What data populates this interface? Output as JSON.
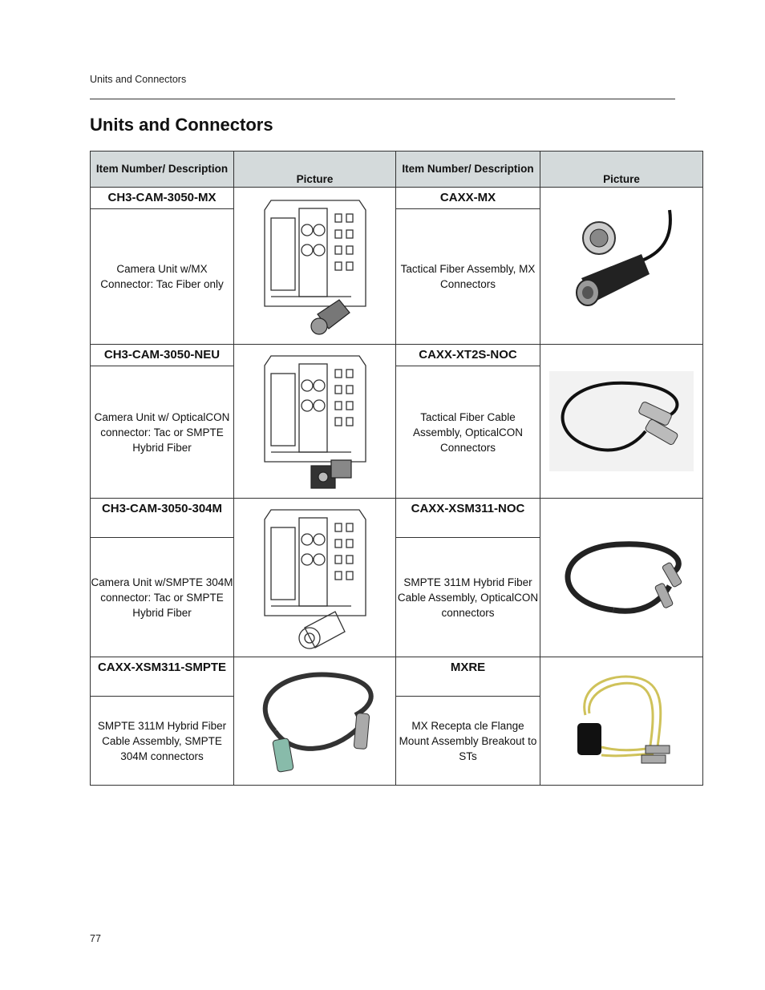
{
  "header": {
    "running_title": "Units and Connectors"
  },
  "page": {
    "title": "Units and Connectors",
    "number": "77"
  },
  "table": {
    "headers": [
      "Item Number/ Description",
      "Picture",
      "Item Number/ Description",
      "Picture"
    ],
    "rows": [
      {
        "left_item": "CH3-CAM-3050-MX",
        "left_desc": "Camera Unit w/MX Connector: Tac Fiber only",
        "left_picture": "camera-unit-mx-image",
        "right_item": "CAXX-MX",
        "right_desc": "Tactical Fiber Assembly, MX Connectors",
        "right_picture": "mx-connector-image"
      },
      {
        "left_item": "CH3-CAM-3050-NEU",
        "left_desc": "Camera Unit w/ OpticalCON connector: Tac or SMPTE  Hybrid Fiber",
        "left_picture": "camera-unit-opticalcon-image",
        "right_item": "CAXX-XT2S-NOC",
        "right_desc": "Tactical Fiber Cable Assembly, OpticalCON Connectors",
        "right_picture": "opticalcon-cable-image"
      },
      {
        "left_item": "CH3-CAM-3050-304M",
        "left_desc": "Camera Unit w/SMPTE 304M connector: Tac or SMPTE Hybrid Fiber",
        "left_picture": "camera-unit-smpte-image",
        "right_item": "CAXX-XSM311-NOC",
        "right_desc": "SMPTE 311M Hybrid Fiber Cable Assembly, OpticalCON connectors",
        "right_picture": "smpte-opticalcon-cable-image"
      },
      {
        "left_item": "CAXX-XSM311-SMPTE",
        "left_desc": "SMPTE 311M Hybrid Fiber Cable Assembly, SMPTE 304M connectors",
        "left_picture": "smpte-304m-cable-image",
        "right_item": "MXRE",
        "right_desc": "MX Recepta cle Flange Mount Assembly Breakout to STs",
        "right_picture": "mx-receptacle-breakout-image"
      }
    ]
  }
}
